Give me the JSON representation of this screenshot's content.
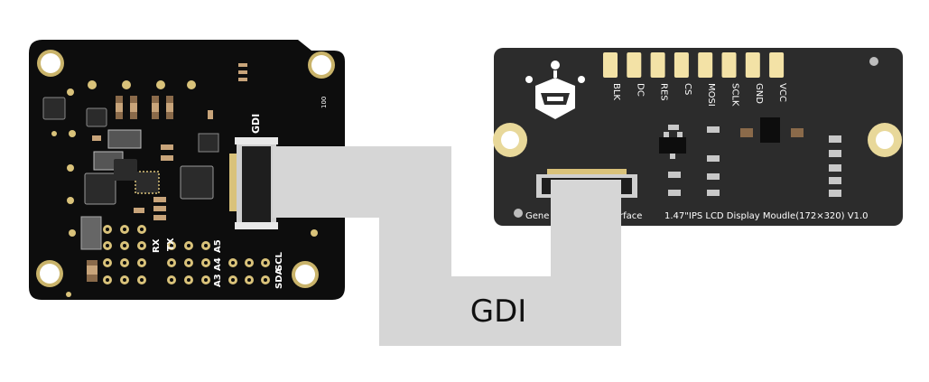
{
  "colors": {
    "background": "#ffffff",
    "pcb": "#0d0d0d",
    "lcd_board": "#2c2c2c",
    "cable": "#d6d6d6",
    "gold": "#d9c27a",
    "pin_fill": "#f3e2a6",
    "silkscreen": "#ffffff"
  },
  "cable": {
    "label": "GDI"
  },
  "controller_board": {
    "connector_label": "GDI",
    "small_label": "100",
    "pin_labels": {
      "rx": "RX",
      "tx": "TX",
      "a5": "A5",
      "a4": "A4",
      "a3": "A3",
      "scl": "SCL",
      "sda": "SDA"
    }
  },
  "lcd_module": {
    "pins": [
      "BLK",
      "DC",
      "RES",
      "CS",
      "MOSI",
      "SCLK",
      "GND",
      "VCC"
    ],
    "bottom_left_text": "Gene",
    "bottom_mid_text": "rface",
    "title": "1.47\"IPS LCD Display Moudle(172×320)  V1.0",
    "logo_icon": "robot-head-icon"
  }
}
